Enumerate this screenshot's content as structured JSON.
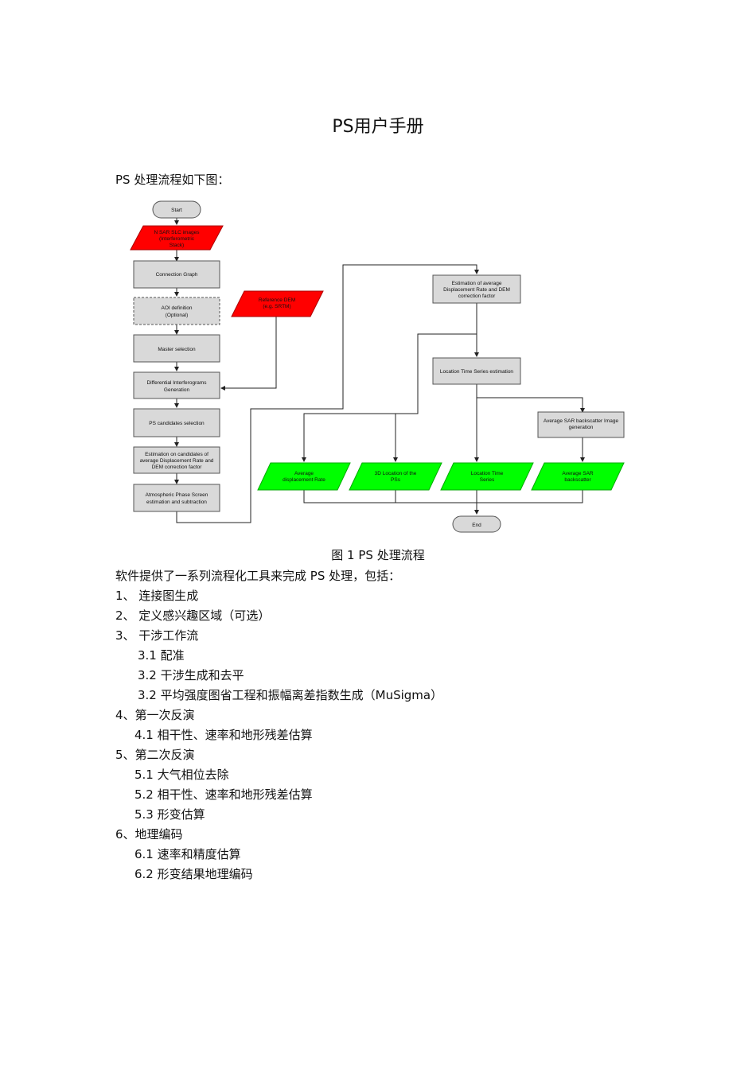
{
  "title": "PS用户手册",
  "intro": "PS 处理流程如下图：",
  "colors": {
    "process": "#d9d9d9",
    "input": "#ff0000",
    "output": "#00ff00",
    "terminal": "#d9d9d9"
  },
  "flowchart": {
    "start": "Start",
    "sar_stack_l1": "N SAR SLC images",
    "sar_stack_l2": "(Interferometric",
    "sar_stack_l3": "Stack)",
    "connection_graph": "Connection Graph",
    "aoi_l1": "AOI definition",
    "aoi_l2": "(Optional)",
    "master_selection": "Master selection",
    "diff_interf_l1": "Differential Interferograms",
    "diff_interf_l2": "Generation",
    "ps_candidates": "PS candidates selection",
    "estimation_cand_l1": "Estimation on candidates of",
    "estimation_cand_l2": "average Displacement Rate and",
    "estimation_cand_l3": "DEM correction factor",
    "aps_l1": "Atmospheric Phase Screen",
    "aps_l2": "estimation and subtraction",
    "ref_dem_l1": "Reference DEM",
    "ref_dem_l2": "(e.g. SRTM)",
    "est_avg_l1": "Estimation of average",
    "est_avg_l2": "Displacement Rate and DEM",
    "est_avg_l3": "correction factor",
    "loc_ts_est": "Location Time Series estimation",
    "avg_sar_img_l1": "Average SAR backscatter Image",
    "avg_sar_img_l2": "generation",
    "out_rate_l1": "Average",
    "out_rate_l2": "displacement Rate",
    "out_3d_l1": "3D Location of the",
    "out_3d_l2": "PSs",
    "out_ts_l1": "Location Time",
    "out_ts_l2": "Series",
    "out_bs_l1": "Average SAR",
    "out_bs_l2": "backscatter",
    "end": "End"
  },
  "caption": "图 1 PS 处理流程",
  "lead": "软件提供了一系列流程化工具来完成 PS 处理，包括：",
  "items": {
    "i1": "1、 连接图生成",
    "i2": "2、 定义感兴趣区域（可选）",
    "i3": "3、 干涉工作流",
    "i3_1": "3.1  配准",
    "i3_2": "3.2  干涉生成和去平",
    "i3_3": "3.2  平均强度图省工程和振幅离差指数生成（MuSigma）",
    "i4": "4、第一次反演",
    "i4_1": "4.1 相干性、速率和地形残差估算",
    "i5": "5、第二次反演",
    "i5_1": "5.1  大气相位去除",
    "i5_2": "5.2  相干性、速率和地形残差估算",
    "i5_3": "5.3  形变估算",
    "i6": "6、地理编码",
    "i6_1": "6.1  速率和精度估算",
    "i6_2": "6.2  形变结果地理编码"
  }
}
